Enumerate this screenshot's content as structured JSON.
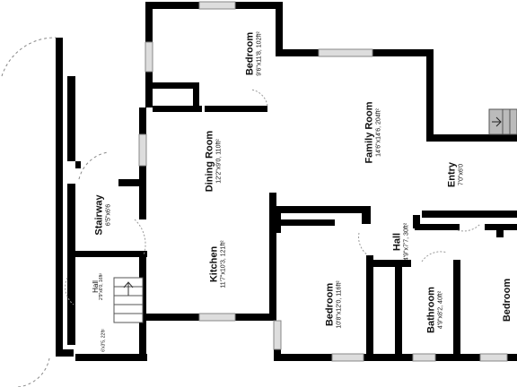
{
  "rooms": {
    "bedroom_top": {
      "name": "Bedroom",
      "dims": "9'6\"x11'8, 102ft²"
    },
    "dining_room": {
      "name": "Dining Room",
      "dims": "12'2\"x9'0, 110ft²"
    },
    "family_room": {
      "name": "Family Room",
      "dims": "14'6\"x14'6, 204ft²"
    },
    "entry": {
      "name": "Entry",
      "dims": "7'0\"x6'0"
    },
    "stairway": {
      "name": "Stairway",
      "dims": "6'5\"x6'6"
    },
    "kitchen": {
      "name": "Kitchen",
      "dims": "11'7\"x10'3, 121ft²"
    },
    "hall_center": {
      "name": "Hall",
      "dims": "4'9\"x7'7, 30ft²"
    },
    "hall_left": {
      "name": "Hall",
      "dims": "2'9\"x6'0, 16ft²"
    },
    "hall_small": {
      "name": "",
      "dims": "6'x3'5, 22ft²"
    },
    "bedroom_bottom": {
      "name": "Bedroom",
      "dims": "10'8\"x12'0, 116ft²"
    },
    "bathroom": {
      "name": "Bathroom",
      "dims": "4'9\"x8'2, 40ft²"
    },
    "bedroom_right": {
      "name": "Bedroom",
      "dims": ""
    }
  },
  "colors": {
    "wall": "#000000",
    "window": "#cccccc",
    "floor": "#ffffff",
    "stairs": "#888888"
  }
}
